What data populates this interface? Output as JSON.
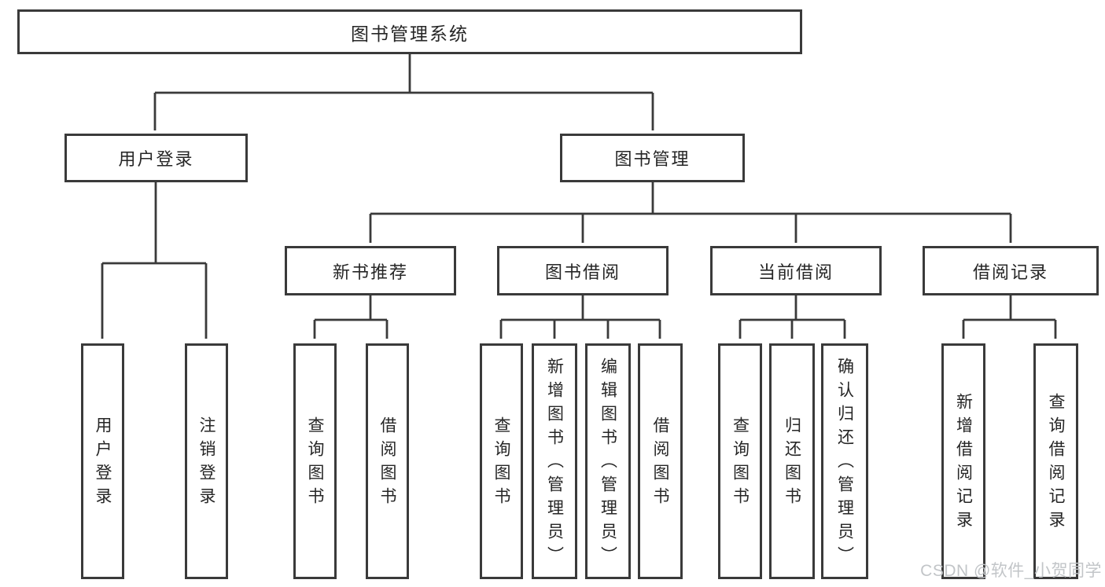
{
  "tree": {
    "root": {
      "label": "图书管理系统"
    },
    "branches": [
      {
        "label": "用户登录",
        "children": [
          {
            "label": "用户登录"
          },
          {
            "label": "注销登录"
          }
        ]
      },
      {
        "label": "图书管理",
        "children": [
          {
            "label": "新书推荐",
            "children": [
              {
                "label": "查询图书"
              },
              {
                "label": "借阅图书"
              }
            ]
          },
          {
            "label": "图书借阅",
            "children": [
              {
                "label": "查询图书"
              },
              {
                "label": "新增图书（管理员）"
              },
              {
                "label": "编辑图书（管理员）"
              },
              {
                "label": "借阅图书"
              }
            ]
          },
          {
            "label": "当前借阅",
            "children": [
              {
                "label": "查询图书"
              },
              {
                "label": "归还图书"
              },
              {
                "label": "确认归还（管理员）"
              }
            ]
          },
          {
            "label": "借阅记录",
            "children": [
              {
                "label": "新增借阅记录"
              },
              {
                "label": "查询借阅记录"
              }
            ]
          }
        ]
      }
    ]
  },
  "watermark": {
    "text": "CSDN @软件_小贺同学",
    "color": "#c2c5c8"
  },
  "colors": {
    "line": "#3a3a3a",
    "box_border": "#3a3a3a",
    "text": "#262626",
    "background": "#ffffff"
  }
}
